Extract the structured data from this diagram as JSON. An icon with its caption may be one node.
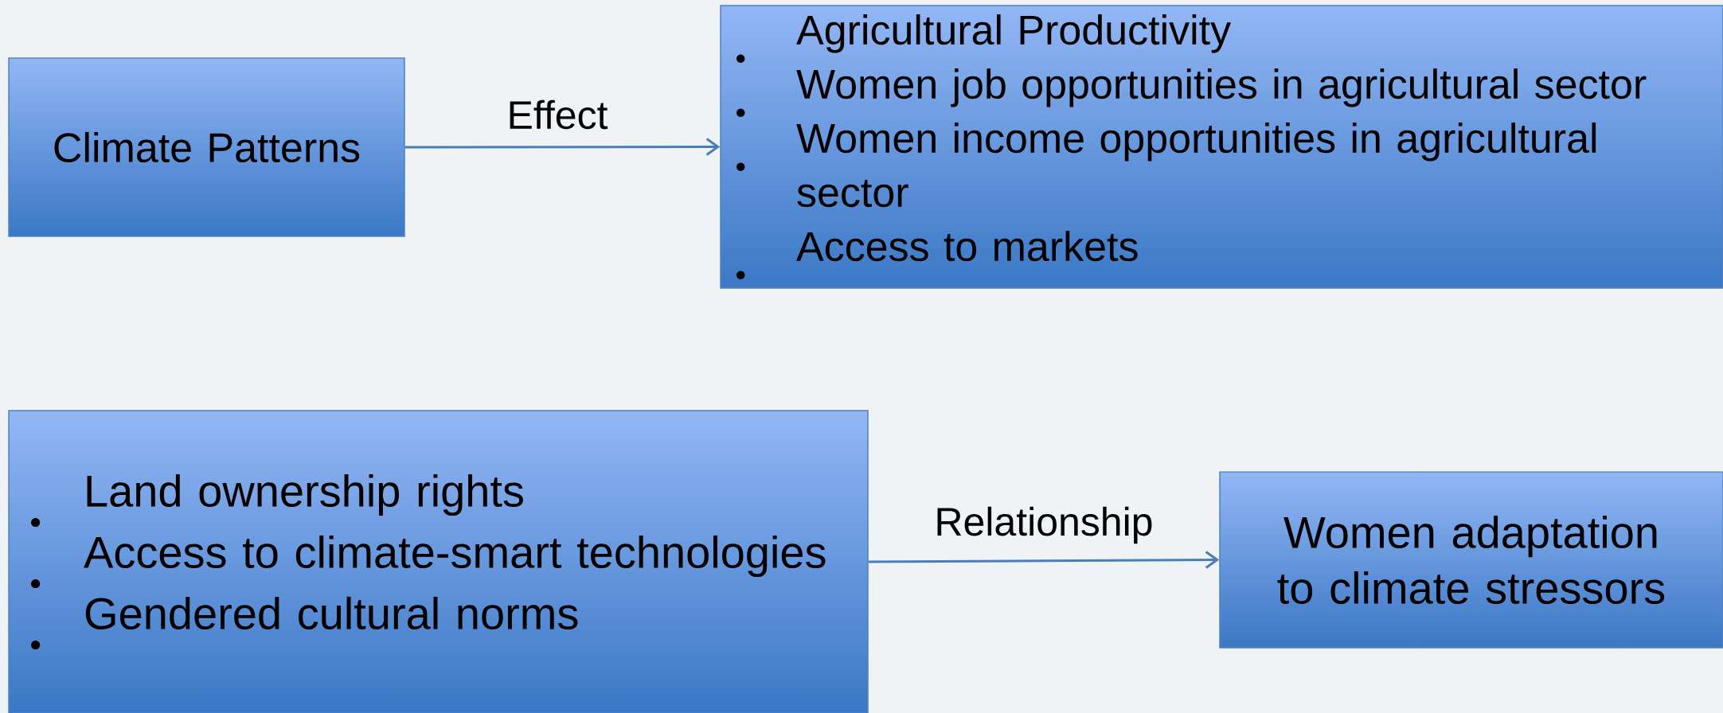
{
  "diagram": {
    "nodes": [
      {
        "text": [
          "Climate Patterns"
        ]
      },
      {
        "text": [
          "Agricultural Productivity",
          "Women job opportunities in agricultural sector",
          "Women income opportunities in agricultural sector",
          "Access to markets"
        ]
      },
      {
        "text": [
          "Land ownership rights",
          "Access to climate-smart technologies",
          "Gendered cultural norms"
        ]
      },
      {
        "text": [
          "Women adaptation to climate stressors"
        ]
      }
    ],
    "edges": [
      {
        "from": 0,
        "to": 1,
        "arrow": "to",
        "label": "Effect"
      },
      {
        "from": 2,
        "to": 3,
        "arrow": "to",
        "label": "Relationship"
      }
    ]
  }
}
